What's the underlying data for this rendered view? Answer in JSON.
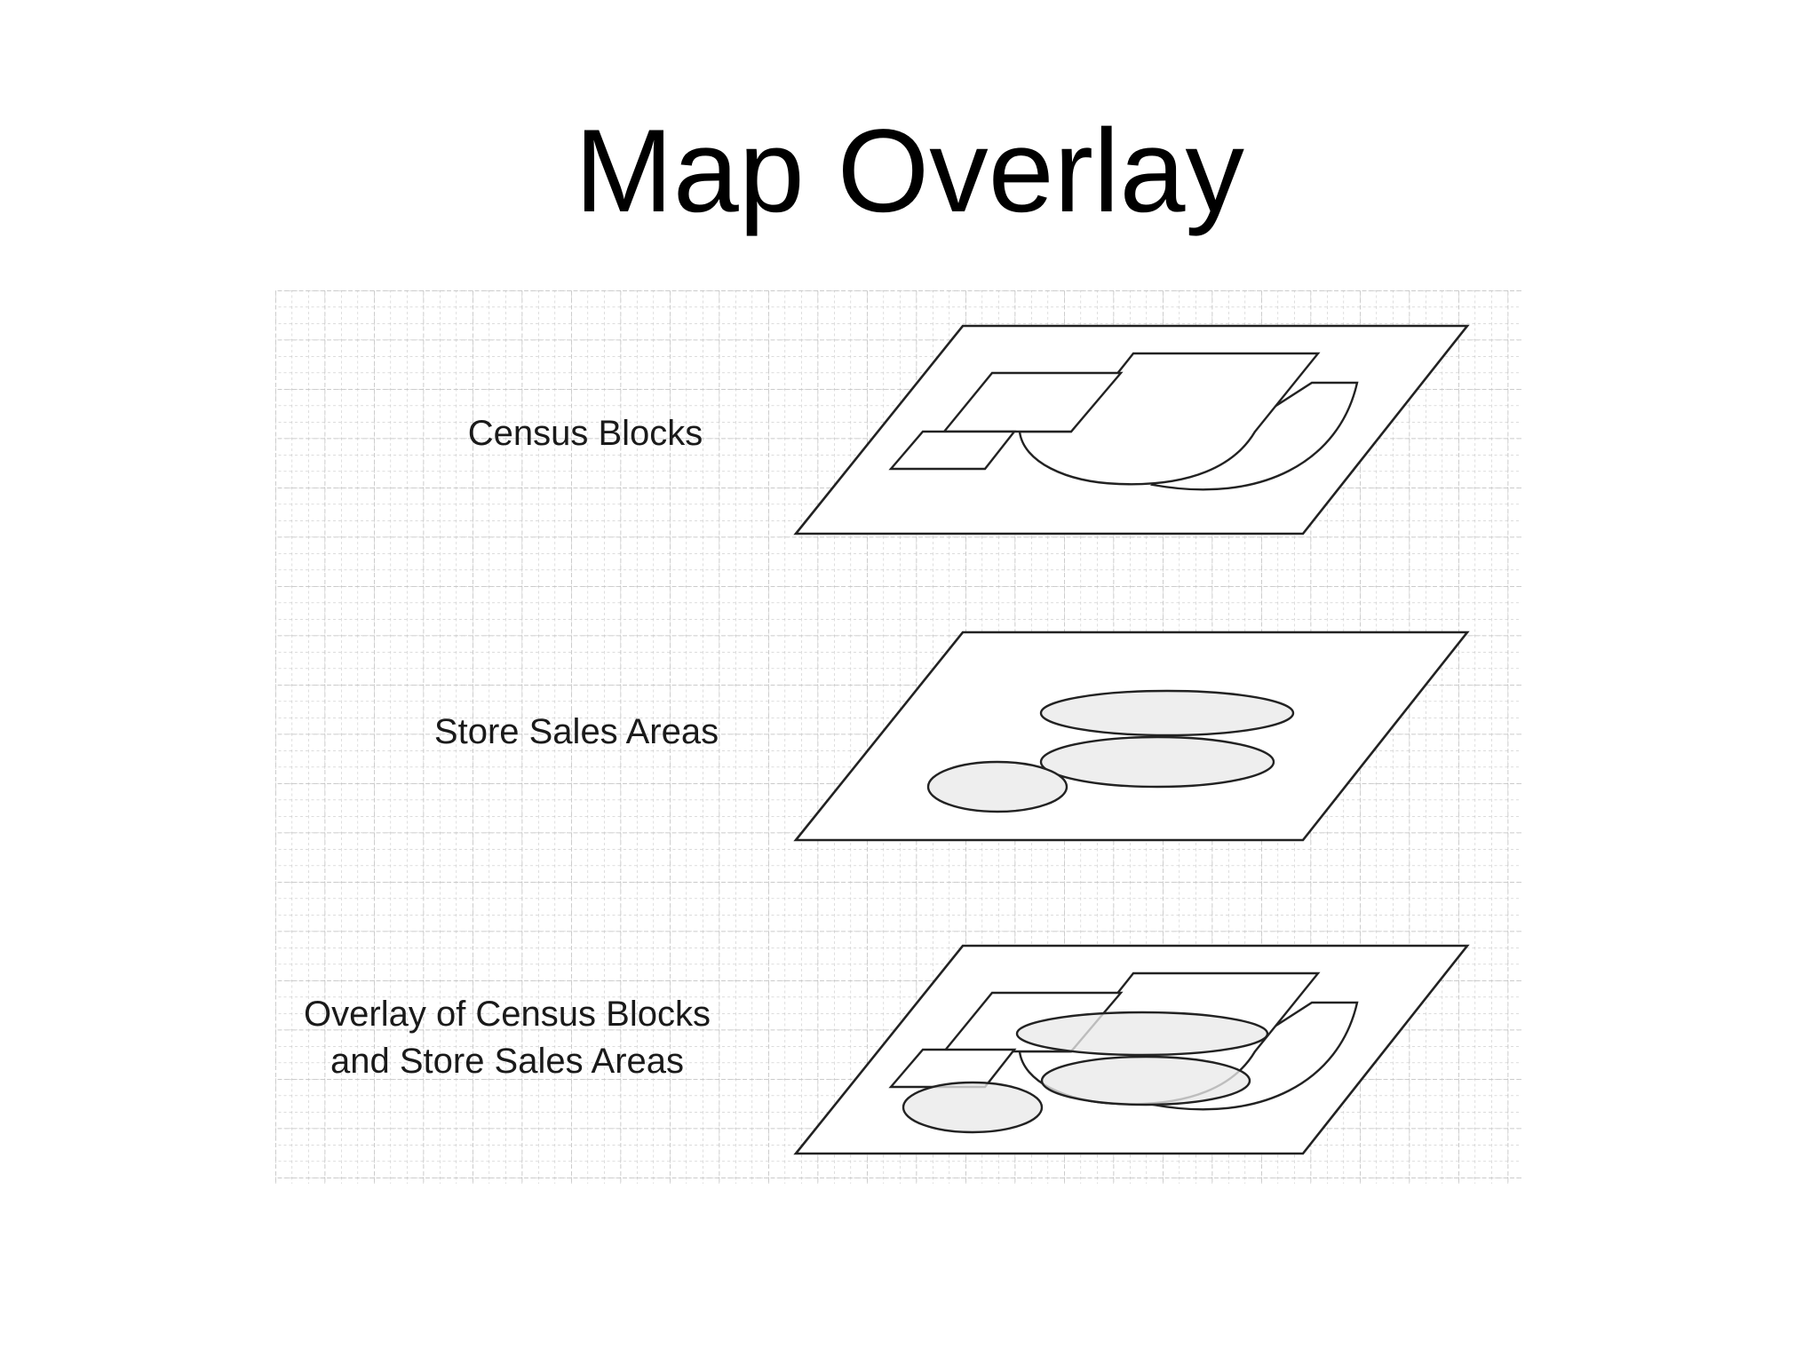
{
  "title": "Map Overlay",
  "layers": [
    {
      "label_lines": [
        "Census Blocks"
      ]
    },
    {
      "label_lines": [
        "Store Sales Areas"
      ]
    },
    {
      "label_lines": [
        "Overlay of Census Blocks",
        "and Store Sales Areas"
      ]
    }
  ]
}
